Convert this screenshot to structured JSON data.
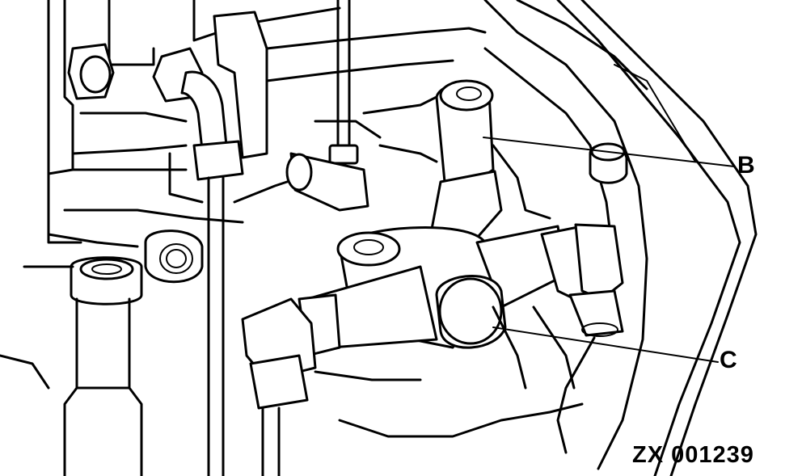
{
  "callouts": {
    "b": "B",
    "c": "C"
  },
  "figure_code": "ZX 001239",
  "colors": {
    "line": "#000000",
    "background": "#ffffff"
  }
}
